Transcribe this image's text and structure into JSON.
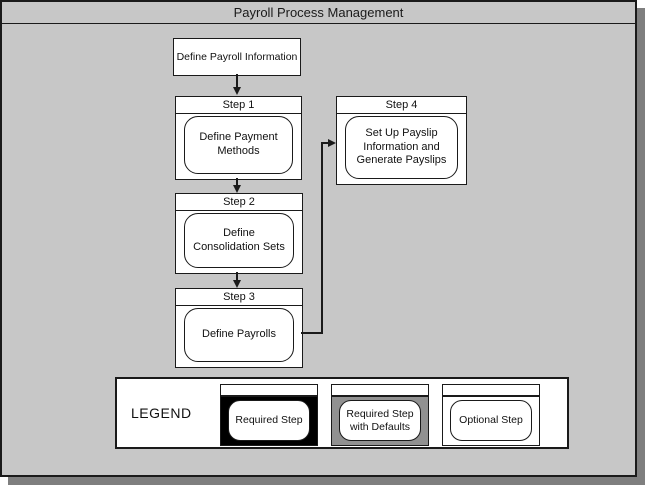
{
  "title": "Payroll Process Management",
  "diagram": {
    "start_box": {
      "label": "Define Payroll Information"
    },
    "steps": [
      {
        "header": "Step 1",
        "label": "Define Payment Methods"
      },
      {
        "header": "Step 2",
        "label": "Define Consolidation Sets"
      },
      {
        "header": "Step 3",
        "label": "Define Payrolls"
      },
      {
        "header": "Step 4",
        "label": "Set Up Payslip Information and Generate Payslips"
      }
    ],
    "flow": [
      "Define Payroll Information -> Step 1",
      "Step 1 -> Step 2",
      "Step 2 -> Step 3",
      "Step 3 -> Step 4"
    ]
  },
  "legend": {
    "title": "LEGEND",
    "items": [
      {
        "label": "Required Step",
        "style_color": "#000000"
      },
      {
        "label": "Required Step with Defaults",
        "style_color": "#919191"
      },
      {
        "label": "Optional Step",
        "style_color": "#ffffff"
      }
    ]
  },
  "colors": {
    "canvas_background": "#c7c7c7",
    "shadow": "#7f7f7f",
    "border": "#1a1a1a"
  }
}
